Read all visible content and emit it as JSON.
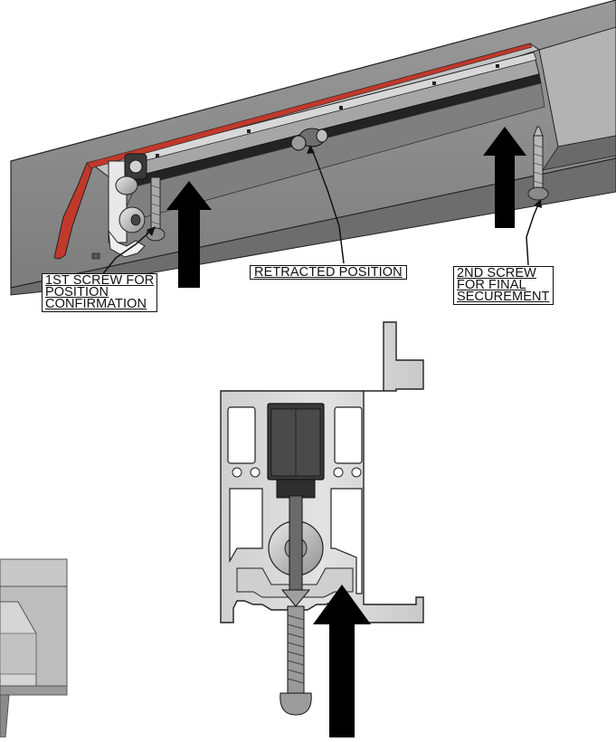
{
  "callouts": {
    "retracted": {
      "lines": [
        "RETRACTED POSITION"
      ]
    },
    "second_screw": {
      "lines": [
        "2ND SCREW",
        "FOR FINAL",
        "SECUREMENT"
      ]
    },
    "first_screw": {
      "lines": [
        "1ST SCREW FOR",
        "POSITION",
        "CONFIRMATION"
      ]
    }
  },
  "colors": {
    "track_face": "#8c8c8c",
    "track_top": "#a9a9a9",
    "track_dark": "#5e5e5e",
    "trim_red": "#c0392b",
    "profile_fill": "#d4d4d4",
    "carriage_dark": "#3a3a3a",
    "arrow": "#000000",
    "outline": "#111111"
  },
  "icons": [
    "push-up-arrow-icon",
    "screw-icon",
    "roller-icon"
  ]
}
